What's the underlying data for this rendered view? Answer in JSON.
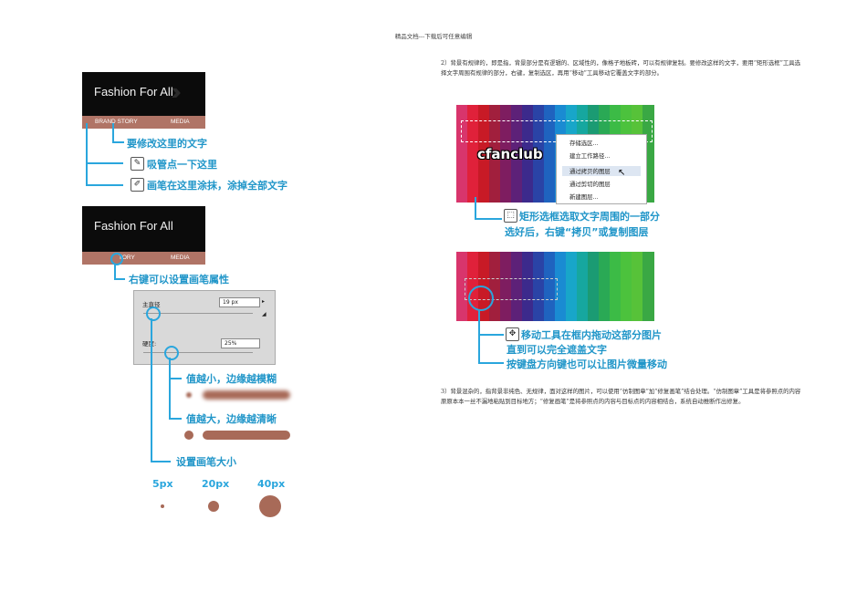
{
  "header": {
    "text": "精品文档---下载后可任意编辑"
  },
  "banner1": {
    "title": "Fashion For All",
    "nav_left": "BRAND STORY",
    "nav_right": "MEDIA"
  },
  "callouts1": {
    "c1": "要修改这里的文字",
    "c2": "吸管点一下这里",
    "c3": "画笔在这里涂抹，涂掉全部文字"
  },
  "banner2": {
    "title": "Fashion For All",
    "nav_left": "TORY",
    "nav_right": "MEDIA"
  },
  "brush": {
    "rightclick": "右键可以设置画笔属性",
    "diameter_label": "主直径",
    "diameter_value": "19 px",
    "hardness_label": "硬度:",
    "hardness_value": "25%",
    "soft": "值越小，边缘越模糊",
    "hard": "值越大，边缘越清晰",
    "size": "设置画笔大小",
    "sizes": [
      "5px",
      "20px",
      "40px"
    ]
  },
  "right": {
    "para2": "2）背景有规律的，即是指，背景部分是有逻辑的、区域性的，像格子地板砖，可以有规律复制。要修改这样的文字，要用“矩形选框”工具选择文字周围有规律的部分，右键，复制选区，再用“移动”工具移动它覆盖文字的部分。",
    "logo": "cfanclub",
    "menu": [
      "存储选区...",
      "建立工作路径...",
      "通过拷贝的图层",
      "通过剪切的图层",
      "新建图层..."
    ],
    "cap1a": "矩形选框选取文字周围的一部分",
    "cap1b": "选好后，右键“拷贝”或复制图层",
    "cap2a": "移动工具在框内拖动这部分图片",
    "cap2b": "直到可以完全遮盖文字",
    "cap2c": "按键盘方向键也可以让图片微量移动",
    "para3": "3）背景混杂的，指背景非纯色、无规律，面对这样的图片，可以使用“仿制图章”加“修复画笔”结合处理。“仿制图章”工具是将参照点的内容原原本本一丝不漏地粘贴到目标地方；“修复画笔”是将参照点的内容与目标点的内容相结合，系统自动推断作出修复。"
  },
  "colors": {
    "accent": "#2aa6dd",
    "nav": "#b07466",
    "brush": "#a86a58"
  }
}
